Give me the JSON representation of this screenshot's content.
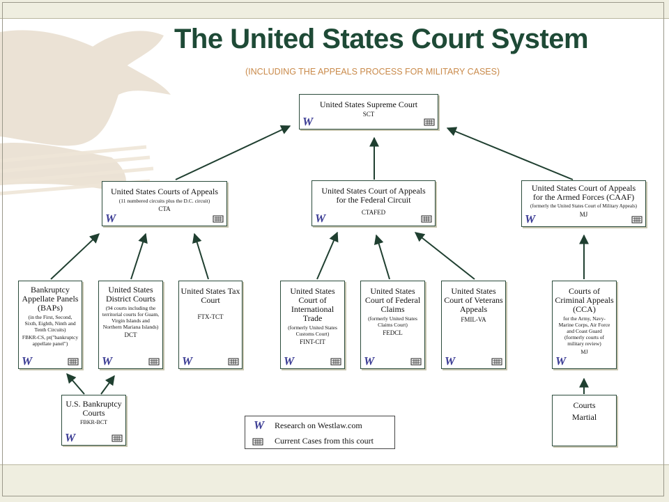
{
  "title": "The United States Court System",
  "subtitle": "(INCLUDING THE APPEALS PROCESS FOR MILITARY CASES)",
  "colors": {
    "title": "#1e4a36",
    "subtitle": "#c98a4a",
    "border": "#2a4a3a",
    "westlaw_icon": "#3b3c94"
  },
  "icons": {
    "westlaw": "westlaw-w-icon",
    "current": "court-building-icon"
  },
  "courts": {
    "supreme": {
      "name": "United States Supreme Court",
      "code": "SCT"
    },
    "appeals": {
      "name": "United States Courts of Appeals",
      "note": "(11 numbered circuits plus the D.C. circuit)",
      "code": "CTA"
    },
    "federal_circuit": {
      "name_line1": "United States Court of Appeals",
      "name_line2": "for the Federal Circuit",
      "code": "CTAFED"
    },
    "caaf": {
      "name_line1": "United States Court of Appeals",
      "name_line2": "for the Armed Forces (CAAF)",
      "note": "(formerly the United States Court of Military Appeals)",
      "code": "MJ"
    },
    "bap": {
      "name_line1": "Bankruptcy",
      "name_line2": "Appellate Panels",
      "name_line3": "(BAPs)",
      "note": "(in the First, Second, Sixth, Eighth, Ninth and Tenth Circuits)",
      "code": "FBKR-CS, pt(\"bankruptcy appellate panel\")"
    },
    "district": {
      "name_line1": "United States",
      "name_line2": "District Courts",
      "note": "(94 courts including the territorial courts for Guam, Virgin Islands and Northern Mariana Islands)",
      "code": "DCT"
    },
    "tax": {
      "name_line1": "United States Tax",
      "name_line2": "Court",
      "code": "FTX-TCT"
    },
    "intl_trade": {
      "name_line1": "United States",
      "name_line2": "Court of",
      "name_line3": "International",
      "name_line4": "Trade",
      "note": "(formerly United States Customs Court)",
      "code": "FINT-CIT"
    },
    "federal_claims": {
      "name_line1": "United States",
      "name_line2": "Court of Federal",
      "name_line3": "Claims",
      "note": "(formerly United States Claims Court)",
      "code": "FEDCL"
    },
    "veterans": {
      "name_line1": "United States",
      "name_line2": "Court of Veterans",
      "name_line3": "Appeals",
      "code": "FMIL-VA"
    },
    "cca": {
      "name_line1": "Courts of",
      "name_line2": "Criminal Appeals",
      "name_line3": "(CCA)",
      "note": "for the Army, Navy-Marine Corps, Air Force and Coast Guard (formerly courts of military review)",
      "code": "MJ"
    },
    "bankruptcy": {
      "name_line1": "U.S. Bankruptcy",
      "name_line2": "Courts",
      "code": "FBKR-BCT"
    },
    "martial": {
      "name_line1": "Courts",
      "name_line2": "Martial"
    }
  },
  "legend": {
    "westlaw_label": "Research on Westlaw.com",
    "current_label": "Current Cases from this court"
  }
}
